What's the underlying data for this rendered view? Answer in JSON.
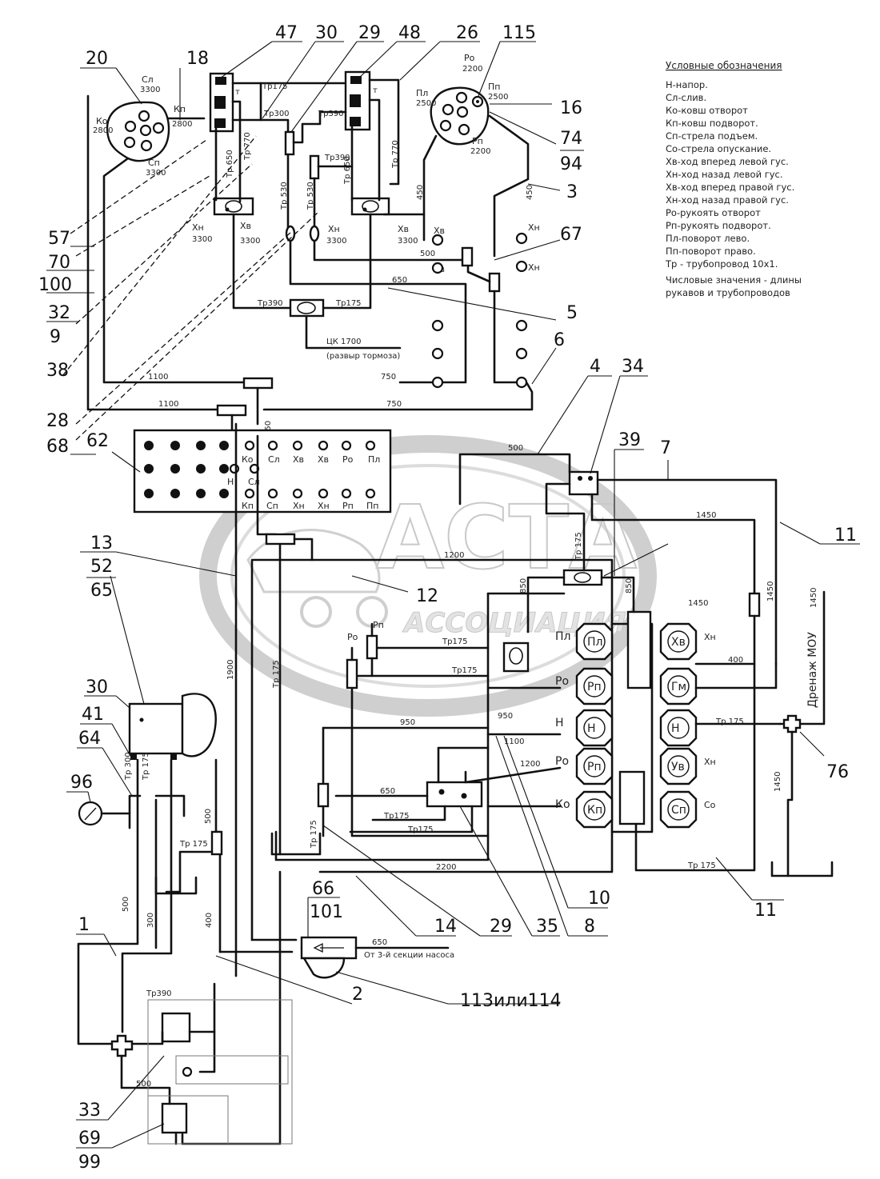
{
  "legend": {
    "title": "Условные обозначения",
    "items": [
      "Н-напор.",
      "Сл-слив.",
      "Ко-ковш отворот",
      "Кп-ковш подворот.",
      "Сп-стрела подъем.",
      "Со-стрела опускание.",
      "Хв-ход вперед левой гус.",
      "Хн-ход назад левой гус.",
      "Хв-ход вперед правой гус.",
      "Хн-ход назад правой гус.",
      "Ро-рукоять отворот",
      "Рп-рукоять подворот.",
      "Пл-поворот лево.",
      "Пп-поворот право.",
      "Тр - трубопровод 10х1.",
      "Числовые значения - длины",
      "рукавов и трубопроводов"
    ]
  },
  "watermark": {
    "text": "АСТА",
    "subtext": "АССОЦИАЦИЯ"
  },
  "callouts": {
    "c20": "20",
    "c18": "18",
    "c47": "47",
    "c30a": "30",
    "c29a": "29",
    "c48": "48",
    "c26": "26",
    "c115": "115",
    "c16": "16",
    "c74": "74",
    "c94": "94",
    "c3": "3",
    "c67": "67",
    "c5": "5",
    "c6": "6",
    "c4": "4",
    "c34": "34",
    "c39": "39",
    "c7": "7",
    "c57": "57",
    "c70": "70",
    "c100": "100",
    "c32": "32",
    "c9": "9",
    "c38": "38",
    "c28": "28",
    "c68": "68",
    "c62": "62",
    "c11a": "11",
    "c11b": "11",
    "c13": "13",
    "c52": "52",
    "c65": "65",
    "c12": "12",
    "c30b": "30",
    "c41": "41",
    "c64": "64",
    "c96": "96",
    "c76": "76",
    "c1": "1",
    "c66": "66",
    "c101": "101",
    "c14": "14",
    "c29b": "29",
    "c35": "35",
    "c10": "10",
    "c8": "8",
    "c2": "2",
    "c113": "113или114",
    "c33": "33",
    "c69": "69",
    "c99": "99"
  },
  "pilot_left": {
    "top": "Сл",
    "top_val": "3300",
    "right": "Кп",
    "right_val": "2800",
    "left": "Ко",
    "left_val": "2800",
    "bottom": "Сп",
    "bottom_val": "3300"
  },
  "pilot_right": {
    "top": "Ро",
    "top_val": "2200",
    "right": "Пп",
    "right_val": "2500",
    "left": "Пл",
    "left_val": "2500",
    "bottom": "Рп",
    "bottom_val": "2200"
  },
  "upper_labels": {
    "tp175": "Тр175",
    "tp300": "Тр300",
    "tp390a": "Тр390",
    "tp390b": "Тр390",
    "tp650a": "Тр 650",
    "tp770a": "Тр 770",
    "tp530a": "Тр 530",
    "tp530b": "Тр 530",
    "tp650b": "Тр 650",
    "tp770b": "Тр 770",
    "xn_l": "Хн",
    "xn_l_val": "3300",
    "xv_l": "Хв",
    "xv_l_val": "3300",
    "xn_r": "Хн",
    "xn_r_val": "3300",
    "xv_r": "Хв",
    "xv_r_val": "3300",
    "v450a": "450",
    "v450b": "450",
    "v500": "500",
    "v650": "650",
    "brake_left": "Тр390",
    "brake_right": "Тр175",
    "brake_cyl": "ЦК 1700",
    "brake_note": "(развыр тормоза)",
    "v1100a": "1100",
    "v750a": "750",
    "v1100b": "1100",
    "v750b": "750",
    "v650c": "650",
    "port_xv": "Хв",
    "port_xn": "Хн",
    "port_xn2": "Хн"
  },
  "panel62": {
    "top": [
      "Ко",
      "Сл",
      "Хв",
      "Хв",
      "Ро",
      "Пл"
    ],
    "mid": [
      "Н",
      "Сл"
    ],
    "bottom": [
      "Кп",
      "Сп",
      "Хн",
      "Хн",
      "Рп",
      "Пп"
    ]
  },
  "lower_labels": {
    "v500": "500",
    "v1450a": "1450",
    "v1200a": "1200",
    "v850a": "850",
    "v850b": "850",
    "tr175a": "Тр 175",
    "v1450b": "1450",
    "v1450c": "1450",
    "drain": "Дренаж МОУ",
    "drain_val": "1450",
    "v400a": "400",
    "tr175b": "Тр 175",
    "v1450d": "1450",
    "ra": "Ро",
    "rn": "Рп",
    "tr175c": "Тр175",
    "tr175d": "Тр175",
    "v950a": "950",
    "v950b": "950",
    "v1100": "1100",
    "v1200b": "1200",
    "v650": "650",
    "tr175e": "Тр175",
    "tr175f": "Тр175",
    "tr175g": "Тр 175",
    "tr175h": "Тр 175",
    "v2200": "2200",
    "tr175i": "Тр 175",
    "v1900": "1900",
    "v500b": "500",
    "v300": "300",
    "v400b": "400",
    "tr300": "Тр 300",
    "tr175j": "Тр 175",
    "tr175k": "Тр 175",
    "v500c": "500",
    "v650b": "650",
    "from_pump": "От 3-й секции насоса",
    "tr390": "Тр390",
    "v500d": "500"
  },
  "valve_block": {
    "left": [
      "Пл",
      "Ро",
      "Н",
      "Ро",
      "Ко"
    ],
    "left_inner": [
      "Пл",
      "Рп",
      "Н",
      "Рп",
      "Кп"
    ],
    "right": [
      "Хв",
      "Гм",
      "Н",
      "Ув",
      "Сп"
    ],
    "right_outer": [
      "Хн",
      "",
      "",
      "Хн",
      "Со"
    ]
  }
}
